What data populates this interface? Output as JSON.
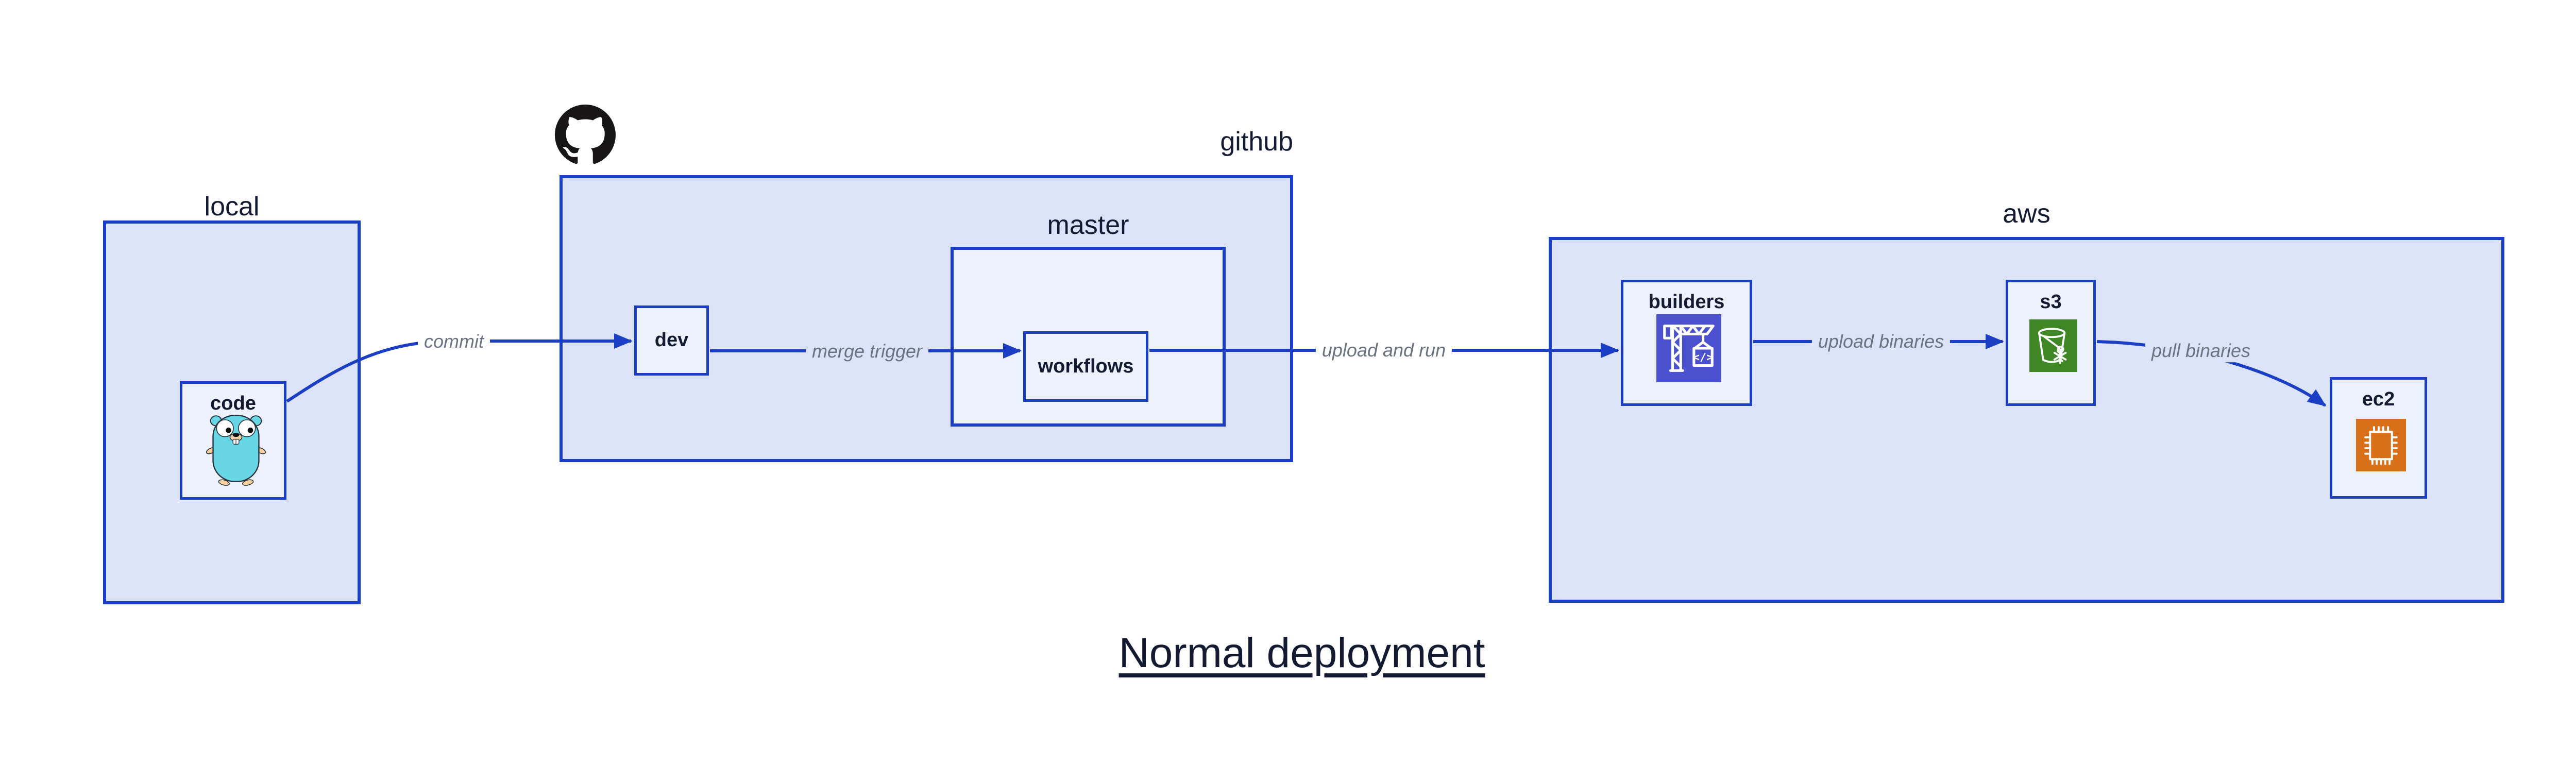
{
  "title": {
    "text": "Normal deployment"
  },
  "colors": {
    "line_blue": "#1b3fc4",
    "container_fill": "#dce3f8",
    "node_fill": "#edf1fc",
    "text_navy": "#131b33",
    "label_gray": "#6b7280",
    "builders_purple": "#4b50ce",
    "s3_green": "#3f8624",
    "ec2_orange": "#d8701a",
    "gopher_teal": "#67d6e5",
    "github_black": "#171515"
  },
  "containers": {
    "local": {
      "label": "local"
    },
    "github": {
      "label": "github",
      "icon": "github-octocat-icon"
    },
    "master": {
      "label": "master"
    },
    "aws": {
      "label": "aws"
    }
  },
  "nodes": {
    "code": {
      "label": "code",
      "icon": "go-gopher-icon"
    },
    "dev": {
      "label": "dev"
    },
    "workflows": {
      "label": "workflows"
    },
    "builders": {
      "label": "builders",
      "icon": "codebuild-crane-icon"
    },
    "s3": {
      "label": "s3",
      "icon": "s3-bucket-snowflake-icon"
    },
    "ec2": {
      "label": "ec2",
      "icon": "ec2-chip-icon"
    }
  },
  "edges": {
    "commit": {
      "label": "commit"
    },
    "merge_trigger": {
      "label": "merge trigger"
    },
    "upload_and_run": {
      "label": "upload and run"
    },
    "upload_binaries": {
      "label": "upload binaries"
    },
    "pull_binaries": {
      "label": "pull binaries"
    }
  }
}
